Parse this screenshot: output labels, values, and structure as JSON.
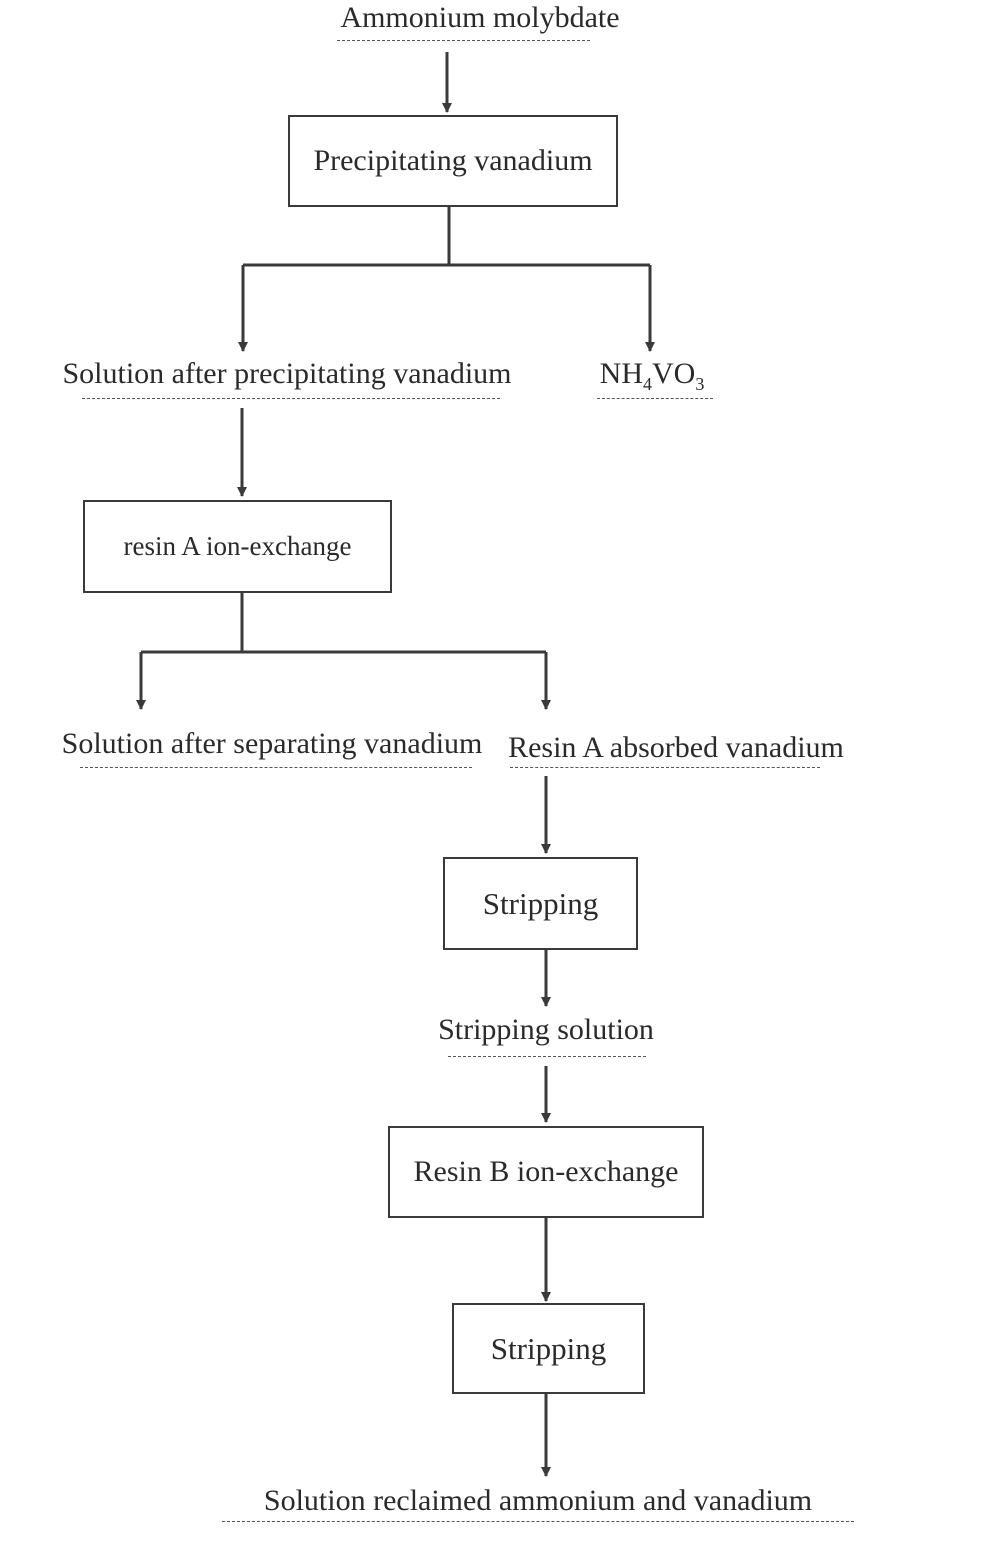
{
  "nodes": {
    "ammonium_molybdate": "Ammonium molybdate",
    "precipitating_vanadium": "Precipitating vanadium",
    "solution_after_precipitating": "Solution after precipitating vanadium",
    "nh4vo3": {
      "part1": "NH",
      "sub1": "4",
      "part2": "VO",
      "sub2": "3"
    },
    "resin_a_ion_exchange": "resin A ion-exchange",
    "solution_after_separating": "Solution after separating vanadium",
    "resin_a_absorbed": "Resin A absorbed vanadium",
    "stripping_1": "Stripping",
    "stripping_solution": "Stripping solution",
    "resin_b_ion_exchange": "Resin B ion-exchange",
    "stripping_2": "Stripping",
    "solution_reclaimed": "Solution reclaimed ammonium and vanadium"
  },
  "colors": {
    "line": "#3a3a3a",
    "text": "#2a2a2a",
    "background": "#ffffff"
  }
}
